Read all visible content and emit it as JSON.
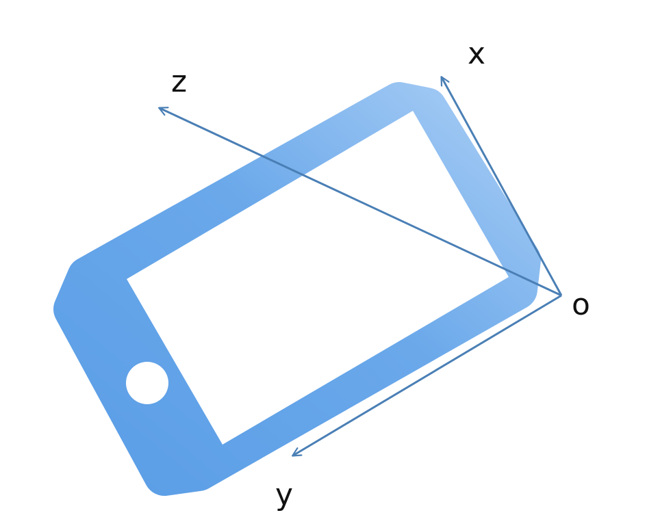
{
  "diagram": {
    "labels": {
      "x": "x",
      "y": "y",
      "z": "z",
      "origin": "o"
    },
    "colors": {
      "phone_body": "#5b9ee6",
      "phone_body_light": "#a8cdf5",
      "axis_line": "#4a7fb5",
      "screen": "#ffffff",
      "text": "#111111"
    },
    "icons": {
      "device": "smartphone-icon",
      "home_button": "home-button-icon"
    }
  }
}
